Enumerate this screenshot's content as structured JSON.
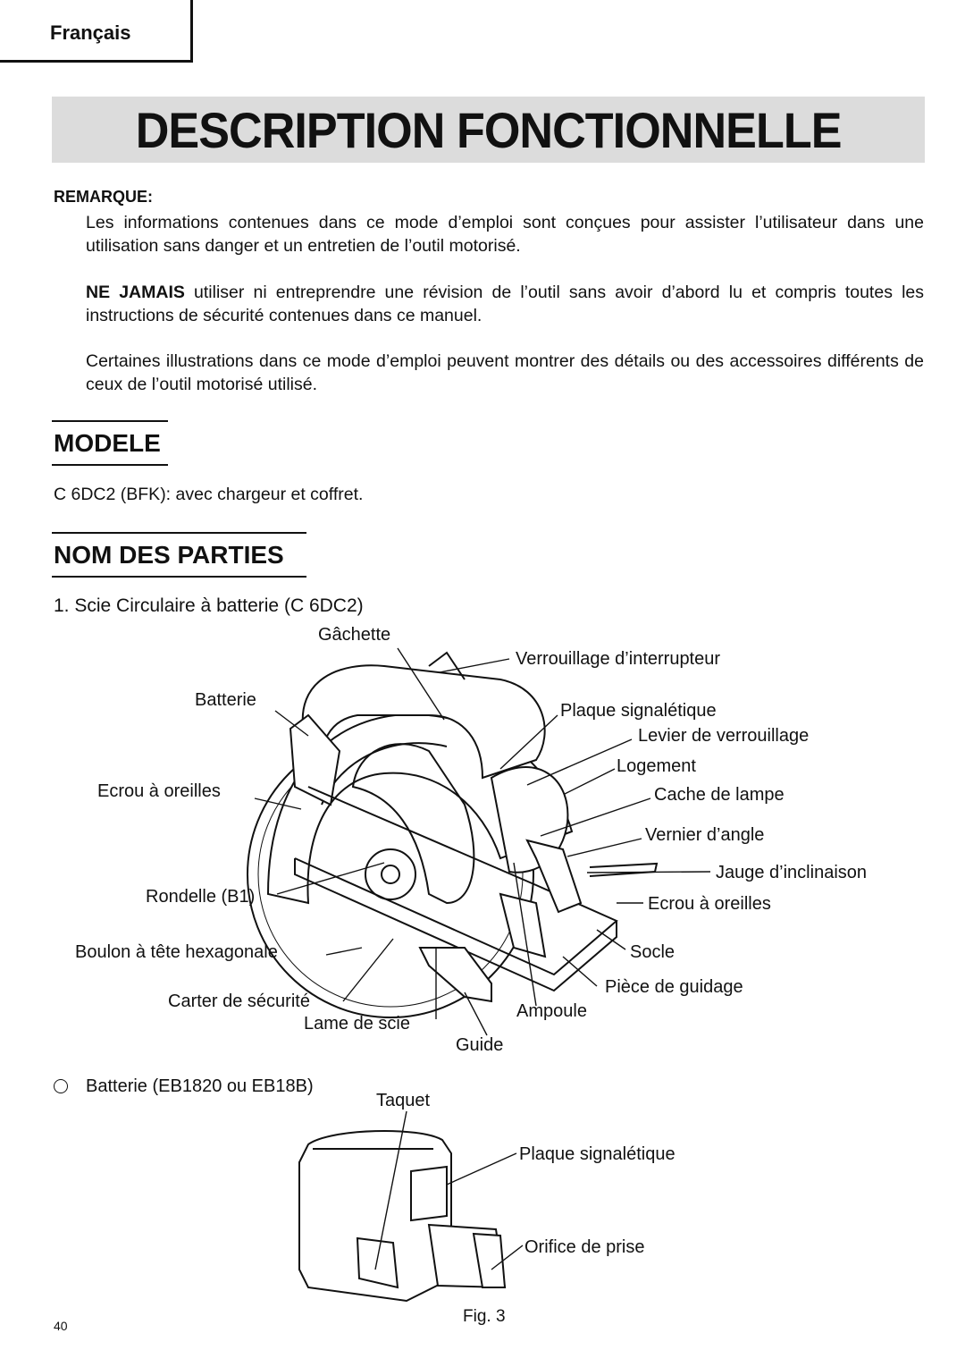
{
  "header": {
    "language": "Français"
  },
  "title": "DESCRIPTION FONCTIONNELLE",
  "remark": {
    "label": "REMARQUE:",
    "p1": "Les informations contenues dans ce mode d’emploi sont conçues pour assister l’utilisateur dans une utilisation sans danger et un entretien de l’outil motorisé.",
    "p2_bold": "NE JAMAIS",
    "p2_rest": " utiliser ni entreprendre une révision de l’outil sans avoir d’abord lu et compris toutes les instructions de sécurité contenues dans ce manuel.",
    "p3": "Certaines illustrations dans ce mode d’emploi peuvent montrer des détails ou des accessoires différents de ceux de l’outil motorisé utilisé."
  },
  "modele": {
    "heading": "MODELE",
    "text": "C 6DC2 (BFK):  avec chargeur et coffret."
  },
  "parts": {
    "heading": "NOM DES PARTIES",
    "item1": "1.  Scie Circulaire à batterie (C 6DC2)",
    "saw_labels": {
      "gachette": "Gâchette",
      "verrouillage": "Verrouillage d’interrupteur",
      "batterie": "Batterie",
      "plaque": "Plaque signalétique",
      "levier": "Levier de verrouillage",
      "logement": "Logement",
      "ecrou1": "Ecrou à oreilles",
      "cache": "Cache de lampe",
      "vernier": "Vernier d’angle",
      "jauge": "Jauge d’inclinaison",
      "rondelle": "Rondelle (B1)",
      "ecrou2": "Ecrou à oreilles",
      "boulon": "Boulon à tête hexagonale",
      "socle": "Socle",
      "piece": "Pièce de guidage",
      "carter": "Carter de sécurité",
      "ampoule": "Ampoule",
      "lame": "Lame de scie",
      "guide": "Guide"
    },
    "battery_item": "Batterie (EB1820 ou EB18B)",
    "battery_labels": {
      "taquet": "Taquet",
      "plaque": "Plaque signalétique",
      "orifice": "Orifice de prise"
    },
    "figure": "Fig. 3"
  },
  "page_number": "40"
}
